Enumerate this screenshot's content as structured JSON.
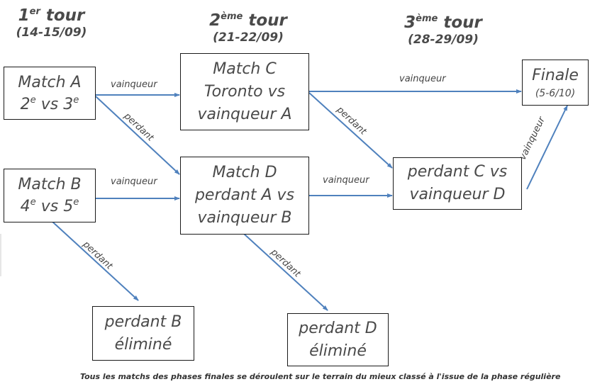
{
  "rounds": [
    {
      "num": "1",
      "sup": "er",
      "word": "tour",
      "dates": "(14-15/09)"
    },
    {
      "num": "2",
      "sup": "ème",
      "word": "tour",
      "dates": "(21-22/09)"
    },
    {
      "num": "3",
      "sup": "ème",
      "word": "tour",
      "dates": "(28-29/09)"
    }
  ],
  "boxes": {
    "match_a": {
      "title": "Match A",
      "l2a": "2",
      "l2a_sup": "e",
      "l2mid": " vs 3",
      "l2b_sup": "e"
    },
    "match_b": {
      "title": "Match B",
      "l2a": "4",
      "l2a_sup": "e",
      "l2mid": " vs 5",
      "l2b_sup": "e"
    },
    "match_c": {
      "title": "Match C",
      "line2": "Toronto vs",
      "line3": "vainqueur A"
    },
    "match_d": {
      "title": "Match D",
      "line2": "perdant A vs",
      "line3": "vainqueur B"
    },
    "semi": {
      "line1": "perdant C vs",
      "line2": "vainqueur D"
    },
    "finale": {
      "title": "Finale",
      "dates": "(5-6/10)"
    },
    "elim_b": {
      "line1": "perdant B",
      "line2": "éliminé"
    },
    "elim_d": {
      "line1": "perdant D",
      "line2": "éliminé"
    }
  },
  "edges": {
    "a_to_c": "vainqueur",
    "a_to_d": "perdant",
    "b_to_d": "vainqueur",
    "b_to_elim": "perdant",
    "c_to_final": "vainqueur",
    "c_to_semi": "perdant",
    "d_to_semi": "vainqueur",
    "d_to_elim": "perdant",
    "semi_to_final": "vainqueur"
  },
  "colors": {
    "arrow": "#4f81bd",
    "box_border": "#1a1a1a",
    "text": "#4a4a4a"
  },
  "footer": "Tous les matchs des phases finales se déroulent sur le terrain du mieux classé à l'issue de la phase régulière"
}
